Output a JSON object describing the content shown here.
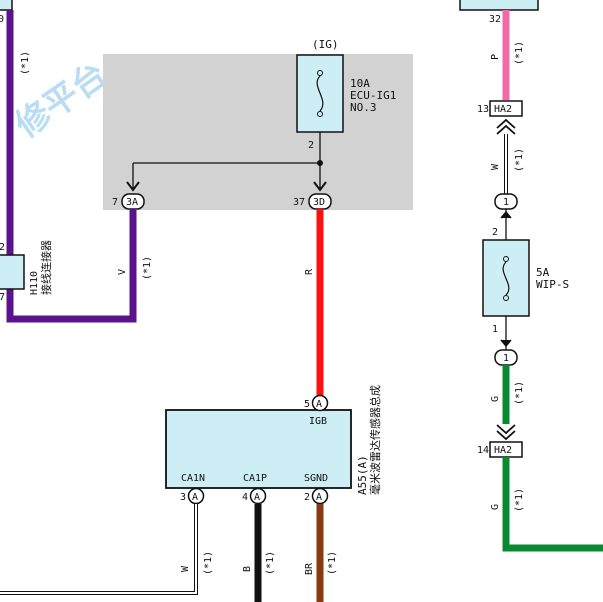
{
  "watermark": "修平台",
  "ig_label": "(IG)",
  "fuse_ig": {
    "rating": "10A",
    "name": "ECU-IG1",
    "number": "NO.3",
    "pin": "2"
  },
  "fuse_wip": {
    "rating": "5A",
    "name": "WIP-S",
    "pin_top": "2",
    "pin_bottom": "1"
  },
  "connectors": {
    "c3a": {
      "code": "3A",
      "pin": "7"
    },
    "c3d": {
      "code": "3D",
      "pin": "37"
    },
    "ha2_top": {
      "code": "HA2",
      "pin": "13"
    },
    "ha2_bottom": {
      "code": "HA2",
      "pin": "14"
    },
    "one_top": "1",
    "one_bottom": "1"
  },
  "pins": {
    "top_left": "0",
    "top_right": "32",
    "h110_top": "2",
    "h110_bottom": "7"
  },
  "h110": {
    "id": "H110",
    "name": "接线连接器"
  },
  "wires": {
    "v": "V",
    "r": "R",
    "p": "P",
    "w_top": "W",
    "g_mid": "G",
    "g_low": "G",
    "w_low": "W",
    "b": "B",
    "br": "BR",
    "star": "(*1)"
  },
  "ecu": {
    "igb": "IGB",
    "igb_pin": "5",
    "igb_conn": "A",
    "ca1n": "CA1N",
    "ca1n_pin": "3",
    "ca1n_conn": "A",
    "ca1p": "CA1P",
    "ca1p_pin": "4",
    "ca1p_conn": "A",
    "sgnd": "SGND",
    "sgnd_pin": "2",
    "sgnd_conn": "A",
    "id": "A55(A)",
    "name": "毫米波雷达传感器总成"
  },
  "colors": {
    "purple": "#5a138a",
    "red": "#ff1010",
    "pink": "#f06aa8",
    "green": "#0a8a30",
    "black": "#111111",
    "brown": "#8a3a10",
    "grey_box": "#d2d2d2",
    "component": "#cdeef4"
  }
}
